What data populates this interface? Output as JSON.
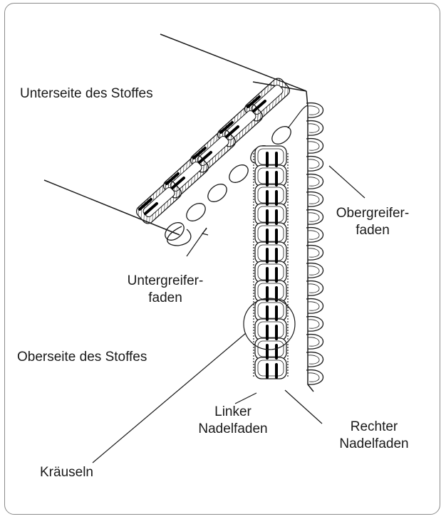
{
  "labels": {
    "unterseite": "Unterseite des Stoffes",
    "obergreifer_1": "Obergreifer-",
    "obergreifer_2": "faden",
    "untergreifer_1": "Untergreifer-",
    "untergreifer_2": "faden",
    "oberseite": "Oberseite des Stoffes",
    "linker_1": "Linker",
    "linker_2": "Nadelfaden",
    "rechter_1": "Rechter",
    "rechter_2": "Nadelfaden",
    "kraeuseln": "Kräuseln"
  },
  "colors": {
    "frame": "#8a8a8a",
    "stroke": "#1a1a1a",
    "thread_fill": "#ffffff"
  }
}
